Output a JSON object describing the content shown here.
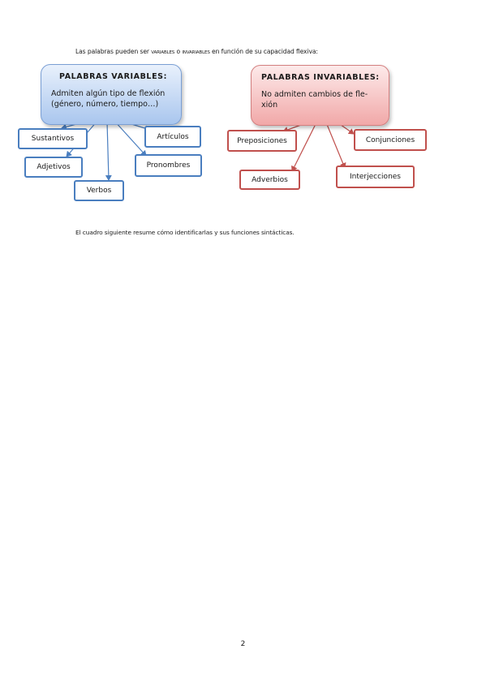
{
  "intro": {
    "before": "Las palabras pueden ser ",
    "variables_caps": "VARIABLES",
    "connector": " o ",
    "invariables_caps": "INVARIABLES",
    "after": " en función de su capacidad flexiva:"
  },
  "variable_words": {
    "title": "PALABRAS VARIABLES:",
    "description_line1": "Admiten algún tipo de flexión",
    "description_line2": "(género, número, tiempo…)",
    "items": [
      "Sustantivos",
      "Adjetivos",
      "Verbos",
      "Pronombres",
      "Artículos"
    ]
  },
  "invariable_words": {
    "title": "PALABRAS INVARIABLES:",
    "description_line1": "No admiten cambios de fle-",
    "description_line2": "xión",
    "items": [
      "Preposiciones",
      "Adverbios",
      "Interjecciones",
      "Conjunciones"
    ]
  },
  "summary_text": "El cuadro siguiente  resume cómo identificarlas y sus funciones sintácticas.",
  "page_number": "2",
  "colors": {
    "variable_accent": "#4a7ebf",
    "invariable_accent": "#c0504d"
  }
}
